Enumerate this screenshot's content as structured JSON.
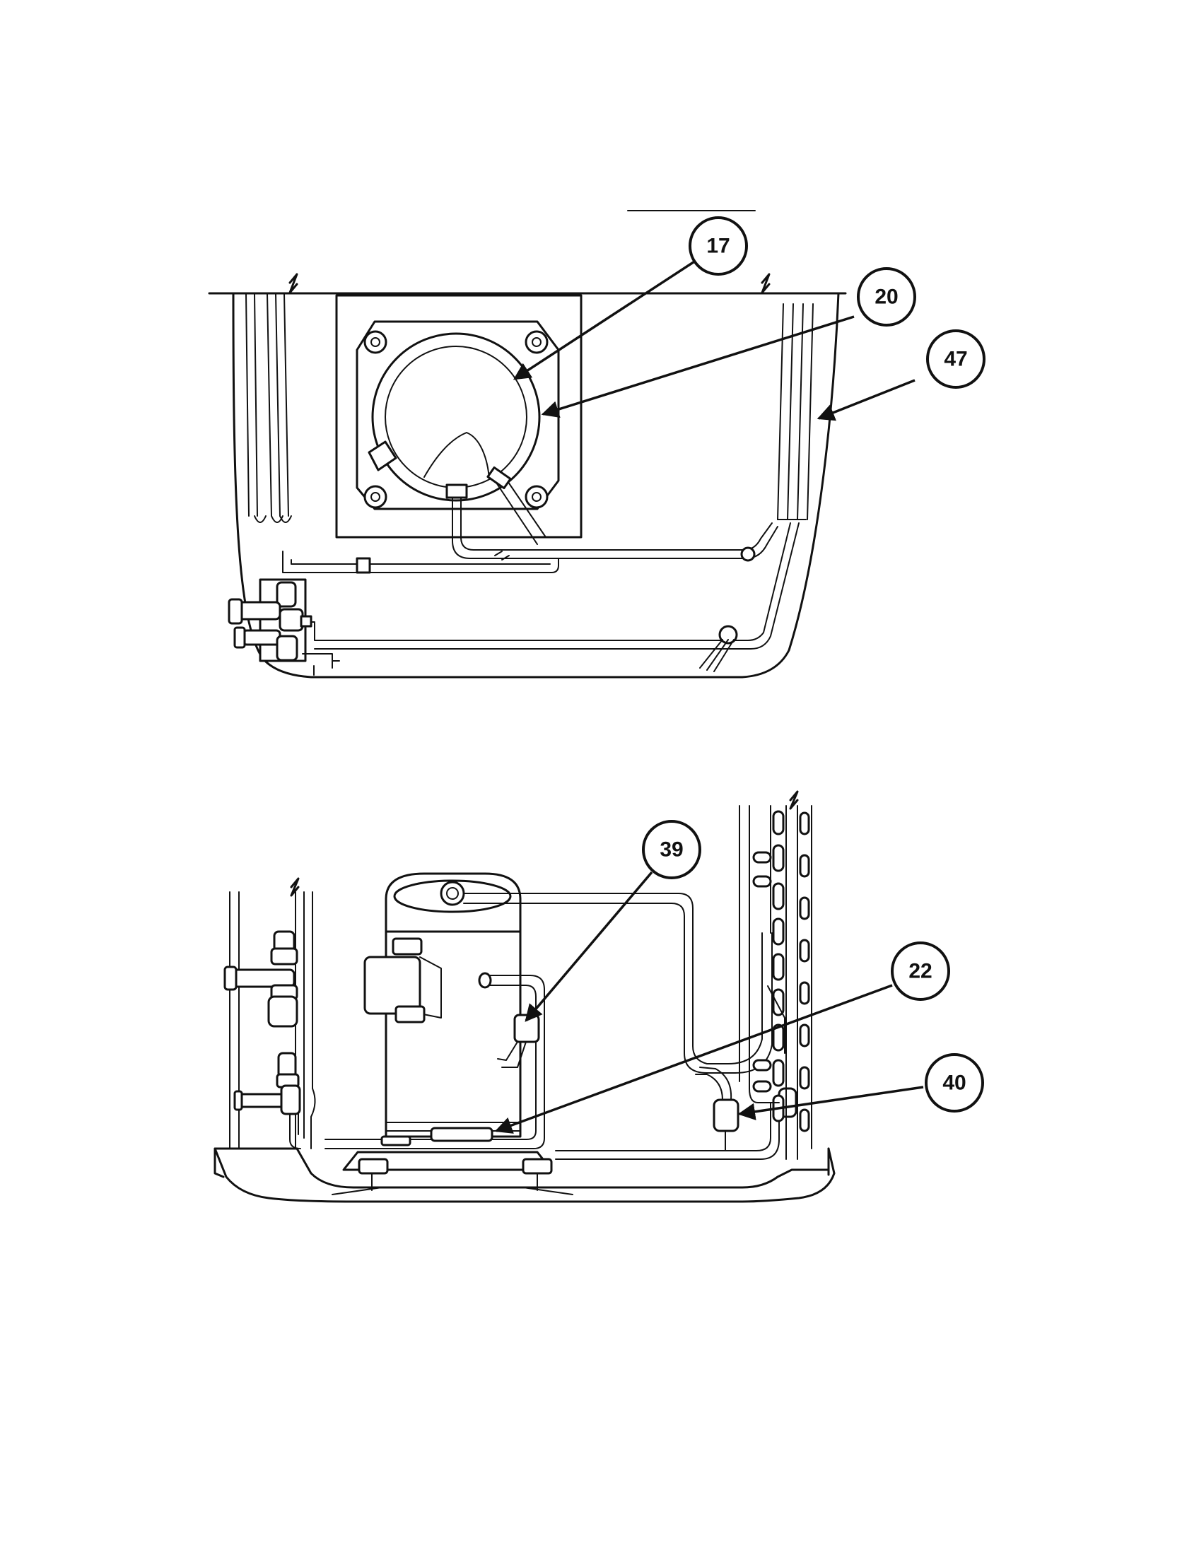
{
  "callouts_top": [
    {
      "id": "c17",
      "label": "17"
    },
    {
      "id": "c20",
      "label": "20"
    },
    {
      "id": "c47",
      "label": "47"
    }
  ],
  "callouts_bottom": [
    {
      "id": "c39",
      "label": "39"
    },
    {
      "id": "c22",
      "label": "22"
    },
    {
      "id": "c40",
      "label": "40"
    }
  ]
}
